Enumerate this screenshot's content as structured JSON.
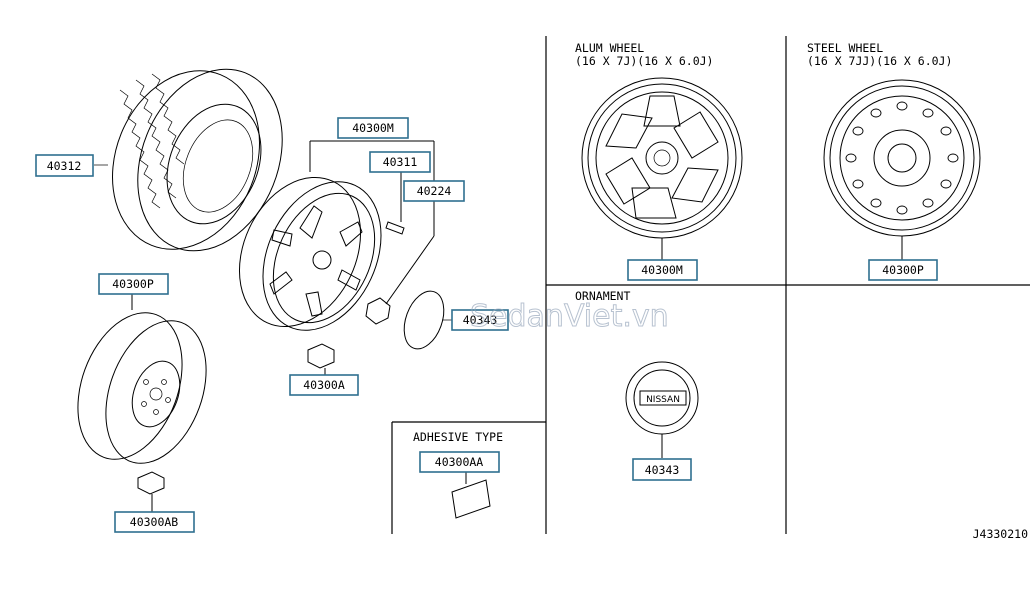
{
  "labels": {
    "tire": "40312",
    "alloy_assembly": "40300M",
    "valve": "40311",
    "nut": "40224",
    "ornament_small": "40343",
    "weight_clip": "40300A",
    "spare_wheel": "40300P",
    "weight_clip_spare": "40300AB",
    "adhesive_weight": "40300AA",
    "alum_wheel": "40300M",
    "steel_wheel": "40300P",
    "ornament": "40343"
  },
  "headers": {
    "alum_title": "ALUM WHEEL",
    "alum_sizes": "(16 X 7J)(16 X 6.0J)",
    "steel_title": "STEEL WHEEL",
    "steel_sizes": "(16 X 7JJ)(16 X 6.0J)",
    "ornament_title": "ORNAMENT",
    "adhesive_title": "ADHESIVE TYPE"
  },
  "ornament_logo_text": "NISSAN",
  "watermark": "SedanViet.vn",
  "diagram_code": "J4330210"
}
